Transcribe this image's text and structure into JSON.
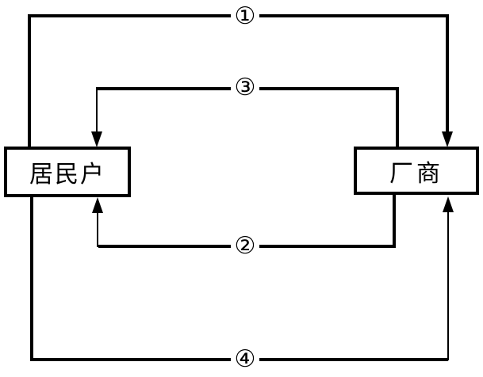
{
  "diagram": {
    "type": "circular-flow",
    "colors": {
      "line": "#000000",
      "background": "#ffffff"
    },
    "nodes": {
      "household": {
        "label": "居民户"
      },
      "firm": {
        "label": "厂商"
      }
    },
    "flows": [
      {
        "id": "1",
        "label": "①",
        "from": "household",
        "to": "firm",
        "path": "outer-top"
      },
      {
        "id": "2",
        "label": "②",
        "from": "firm",
        "to": "household",
        "path": "inner-bottom"
      },
      {
        "id": "3",
        "label": "③",
        "from": "firm",
        "to": "household",
        "path": "inner-top"
      },
      {
        "id": "4",
        "label": "④",
        "from": "household",
        "to": "firm",
        "path": "outer-bottom"
      }
    ]
  }
}
